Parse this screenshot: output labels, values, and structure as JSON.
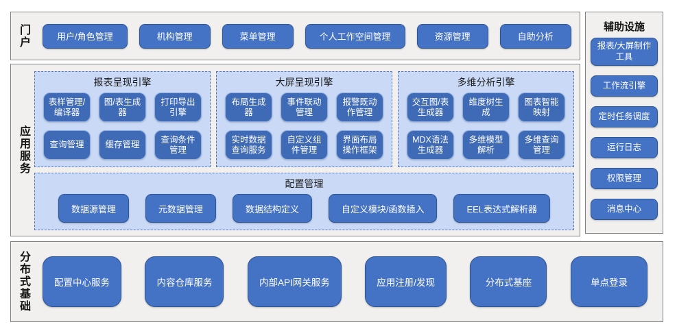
{
  "colors": {
    "button_blue": "#4472c4",
    "button_border": "#2e5697",
    "inner_button_blue": "#3f6ab5",
    "group_fill": "#c9d9f6",
    "group_dashed_border": "#4f74ae",
    "panel_fill": "#f1f0ee",
    "panel_border": "#808080",
    "text_on_blue": "#ffffff"
  },
  "portal": {
    "label": "门户",
    "buttons": [
      "用户/角色管理",
      "机构管理",
      "菜单管理",
      "个人工作空间管理",
      "资源管理",
      "自助分析"
    ]
  },
  "app_services": {
    "label": "应用服务",
    "groups": [
      {
        "title": "报表呈现引擎",
        "buttons": [
          "表样管理/编译器",
          "图/表生成器",
          "打印导出引擎",
          "查询管理",
          "缓存管理",
          "查询条件管理"
        ]
      },
      {
        "title": "大屏呈现引擎",
        "buttons": [
          "布局生成器",
          "事件联动管理",
          "报警既动作管理",
          "实时数据查询服务",
          "自定义组件管理",
          "界面布局操作框架"
        ]
      },
      {
        "title": "多维分析引擎",
        "buttons": [
          "交互图/表生成器",
          "维度树生成",
          "图表智能映射",
          "MDX语法生成器",
          "多维模型解析",
          "多维查询管理"
        ]
      }
    ],
    "config_group": {
      "title": "配置管理",
      "buttons": [
        "数据源管理",
        "元数据管理",
        "数据结构定义",
        "自定义模块/函数插入",
        "EEL表达式解析器"
      ]
    }
  },
  "auxiliary": {
    "title": "辅助设施",
    "buttons": [
      "报表/大屏制作工具",
      "工作流引擎",
      "定时任务调度",
      "运行日志",
      "权限管理",
      "消息中心"
    ]
  },
  "distributed": {
    "label": "分布式基础",
    "buttons": [
      "配置中心服务",
      "内容仓库服务",
      "内部API网关服务",
      "应用注册/发现",
      "分布式基座",
      "单点登录"
    ]
  }
}
